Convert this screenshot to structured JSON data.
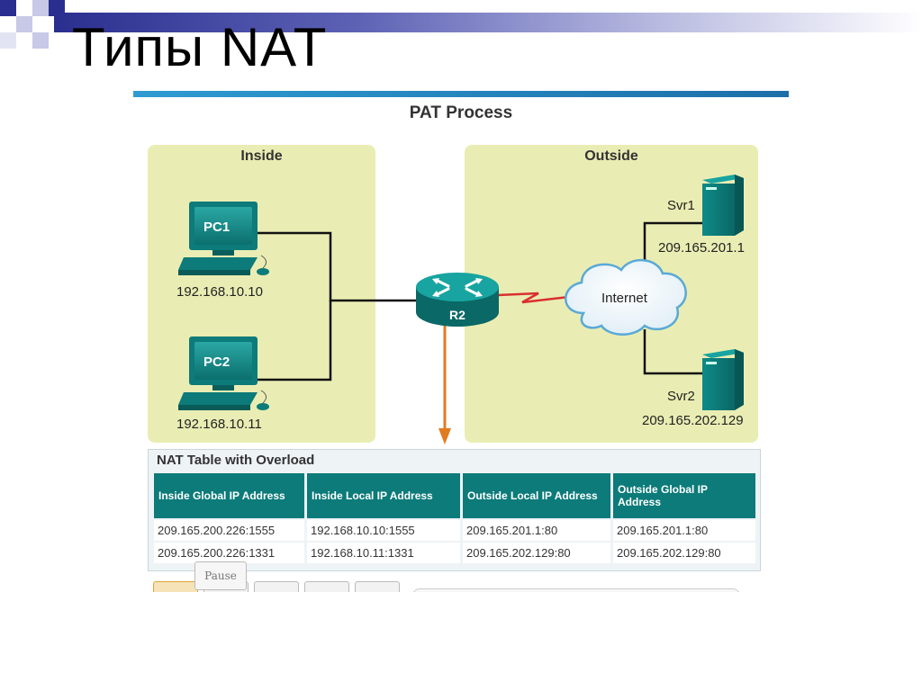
{
  "slide": {
    "title": "Типы NAT"
  },
  "figure": {
    "title": "PAT Process",
    "inside_label": "Inside",
    "outside_label": "Outside",
    "devices": {
      "pc1": {
        "name": "PC1",
        "ip": "192.168.10.10"
      },
      "pc2": {
        "name": "PC2",
        "ip": "192.168.10.11"
      },
      "router": {
        "name": "R2"
      },
      "internet": {
        "name": "Internet"
      },
      "svr1": {
        "name": "Svr1",
        "ip": "209.165.201.1"
      },
      "svr2": {
        "name": "Svr2",
        "ip": "209.165.202.129"
      }
    },
    "colors": {
      "zone": "#eaedb3",
      "teal": "#0c7b79",
      "arrow": "#e07b22",
      "serial_link": "#d93030"
    }
  },
  "nat_table": {
    "title": "NAT Table with Overload",
    "headers": [
      "Inside Global IP Address",
      "Inside Local IP Address",
      "Outside Local IP Address",
      "Outside Global IP Address"
    ],
    "rows": [
      [
        "209.165.200.226:1555",
        "192.168.10.10:1555",
        "209.165.201.1:80",
        "209.165.201.1:80"
      ],
      [
        "209.165.200.226:1331",
        "192.168.10.11:1331",
        "209.165.202.129:80",
        "209.165.202.129:80"
      ]
    ]
  },
  "controls": {
    "pause_tooltip": "Pause"
  }
}
